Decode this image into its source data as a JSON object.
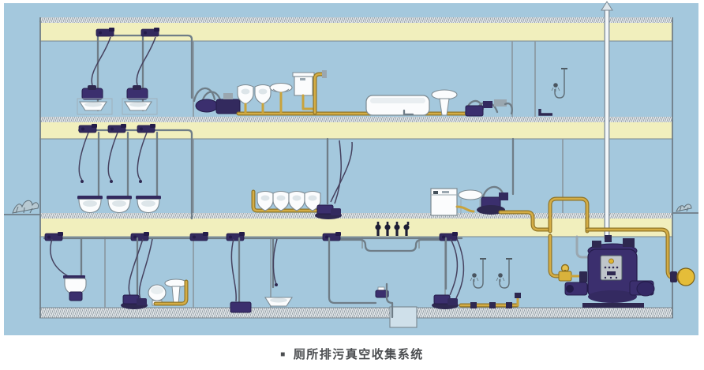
{
  "caption": {
    "bullet": "■",
    "text": "厕所排污真空收集系统"
  },
  "colors": {
    "page_background": "#ffffff",
    "diagram_background": "#a4c8dd",
    "floor_slab_yellow": "#f1efbd",
    "slab_hatch": "#e3e7ea",
    "structure_gray": "#8b99a2",
    "pipe_gray": "#6f7d87",
    "vacuum_pipe_yellow": "#c9a33c",
    "equipment_navy": "#3b2f6e",
    "fixture_white": "#fbfcfd",
    "vent_pipe_white": "#f3f7f9",
    "discharge_ball_yellow": "#e5bd39",
    "caption_text": "#4b4d50"
  },
  "components": [
    "squat-toilet",
    "wall-hung-toilet",
    "floor-toilet",
    "urinal",
    "wall-basin",
    "pedestal-sink",
    "cistern-toilet",
    "bathtub",
    "washing-machine",
    "shower",
    "ceiling-interface-valve",
    "flush-control-unit",
    "vacuum-pump-cluster",
    "black-floor-valves",
    "pipe-dip-under-beam",
    "sump-pit",
    "vacuum-lift-gooseneck",
    "vacuum-collection-station",
    "station-control-panel",
    "gate-valve",
    "roof-vent-stack",
    "discharge-ball-joint",
    "grass-tuft"
  ]
}
